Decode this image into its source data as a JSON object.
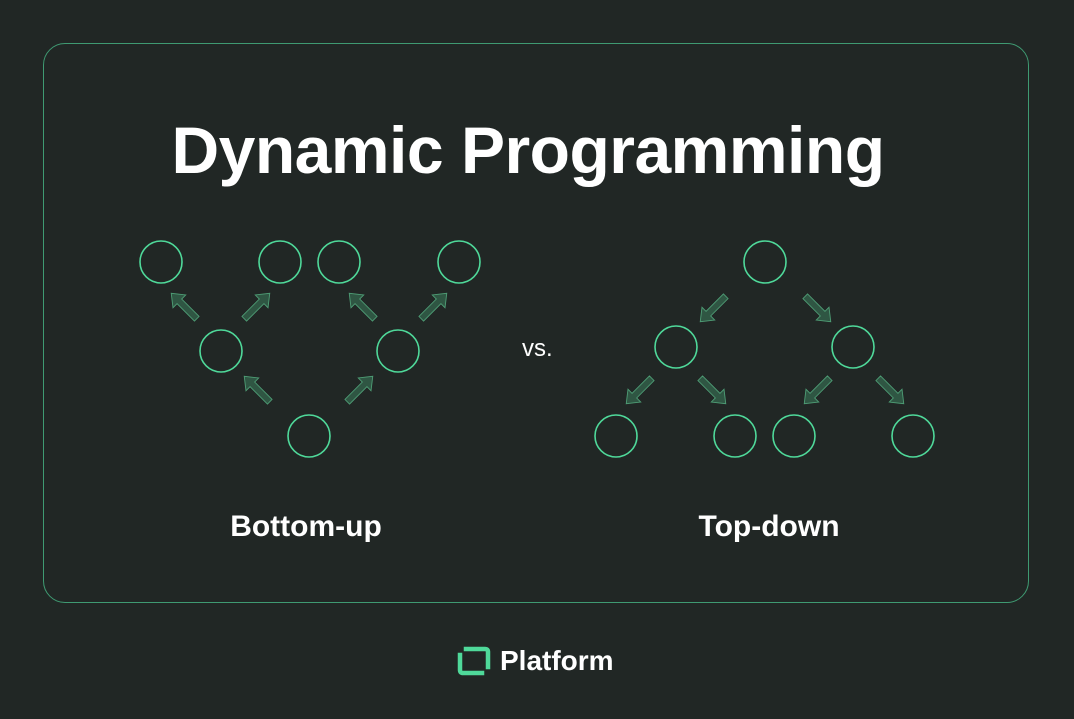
{
  "title": "Dynamic Programming",
  "comparison": {
    "separator": "vs.",
    "left_label": "Bottom-up",
    "right_label": "Top-down"
  },
  "brand": {
    "name": "Platform",
    "icon": "platform-logo-icon",
    "accent_color": "#4fd99a"
  },
  "colors": {
    "background": "#212725",
    "border": "#3f9a72",
    "node_stroke": "#4fd99a",
    "arrow_fill": "#2f5643"
  }
}
